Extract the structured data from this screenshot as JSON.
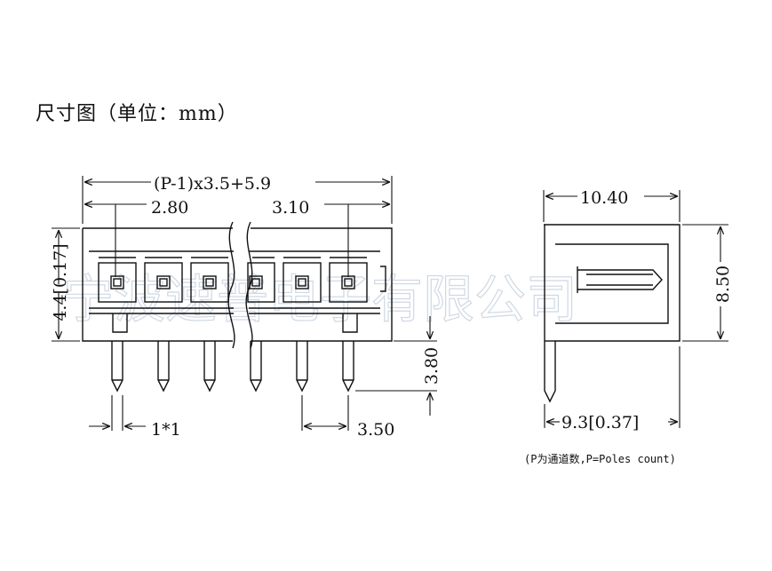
{
  "title": "尺寸图（单位：mm）",
  "watermark": "宁波速普电子有限公司",
  "note": "(P为通道数,P=Poles count)",
  "dimensions": {
    "overall_length": "(P-1)x3.5+5.9",
    "left_offset": "2.80",
    "right_offset": "3.10",
    "height_left": "4.4[0.17]",
    "pin_size": "1*1",
    "pitch": "3.50",
    "pin_length": "3.80",
    "side_width": "10.40",
    "side_height": "8.50",
    "side_depth": "9.3[0.37]"
  },
  "colors": {
    "line": "#111111",
    "watermark": "#cfd8e4"
  }
}
